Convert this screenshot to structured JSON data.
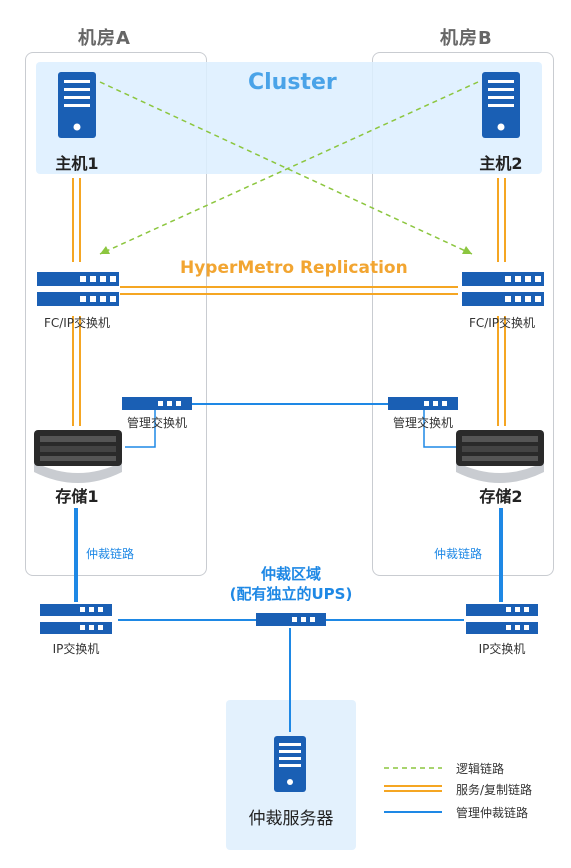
{
  "rooms": {
    "a": "机房A",
    "b": "机房B"
  },
  "cluster": "Cluster",
  "replication": "HyperMetro Replication",
  "hosts": {
    "h1": "主机1",
    "h2": "主机2"
  },
  "fc_switch": {
    "a": "FC/IP交换机",
    "b": "FC/IP交换机"
  },
  "mgmt_switch": {
    "a": "管理交换机",
    "b": "管理交换机"
  },
  "storage": {
    "s1": "存储1",
    "s2": "存储2"
  },
  "arb_link": {
    "a": "仲裁链路",
    "b": "仲裁链路"
  },
  "arb_zone": {
    "line1": "仲裁区域",
    "line2": "(配有独立的UPS)"
  },
  "ip_switch": {
    "a": "IP交换机",
    "b": "IP交换机"
  },
  "arb_server": "仲裁服务器",
  "legend": {
    "logic": "逻辑链路",
    "service": "服务/复制链路",
    "mgmt": "管理仲裁链路"
  },
  "colors": {
    "logic": "#8cc63f",
    "service": "#f5a623",
    "mgmt": "#1e88e5",
    "device": "#1a5fb4"
  }
}
